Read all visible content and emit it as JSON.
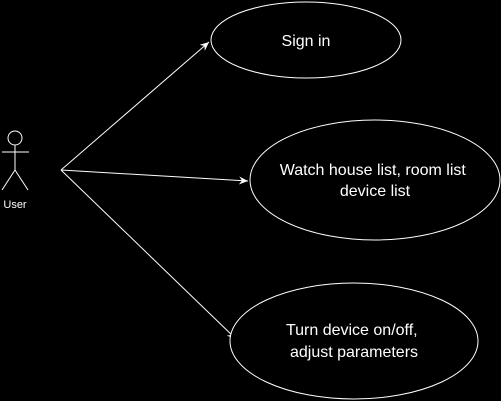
{
  "colors": {
    "background": "#000000",
    "stroke": "#ffffff",
    "ellipse_fill": "#000000",
    "text": "#ffffff"
  },
  "actor": {
    "label": "User",
    "icon": "stick-figure-icon"
  },
  "use_cases": [
    {
      "lines": [
        "Sign in"
      ]
    },
    {
      "lines": [
        "Watch house list, room list",
        "device list"
      ]
    },
    {
      "lines": [
        "Turn device on/off,",
        "adjust parameters"
      ]
    }
  ]
}
